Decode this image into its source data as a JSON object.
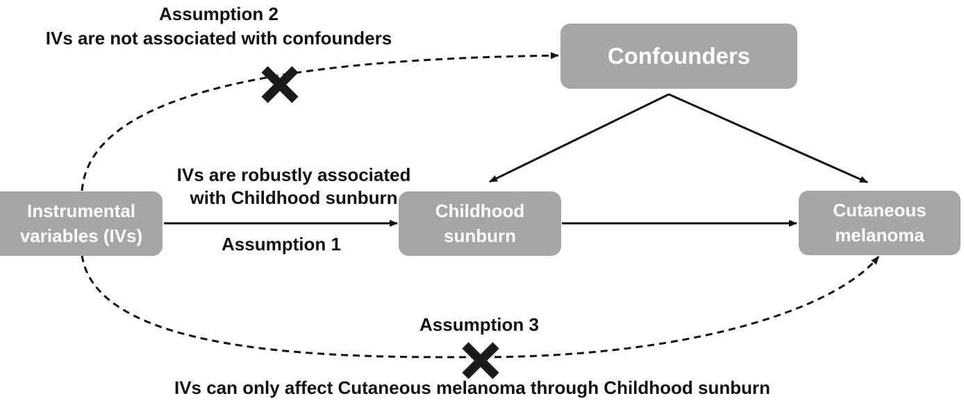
{
  "nodes": {
    "confounders": "Confounders",
    "iv_line1": "Instrumental",
    "iv_line2": "variables (IVs)",
    "exposure_line1": "Childhood",
    "exposure_line2": "sunburn",
    "outcome_line1": "Cutaneous",
    "outcome_line2": "melanoma"
  },
  "labels": {
    "assumption2_title": "Assumption 2",
    "assumption2_text": "IVs are not associated with confounders",
    "assumption1_text_line1": "IVs are robustly associated",
    "assumption1_text_line2": "with Childhood sunburn",
    "assumption1_title": "Assumption 1",
    "assumption3_title": "Assumption 3",
    "assumption3_text": "IVs can only affect Cutaneous melanoma through Childhood sunburn"
  },
  "colors": {
    "box_fill": "#a6a6a6",
    "box_text": "#ffffff",
    "line": "#111111",
    "cross": "#1a1a1a"
  },
  "icons": {
    "violation_marker": "cross-icon"
  }
}
